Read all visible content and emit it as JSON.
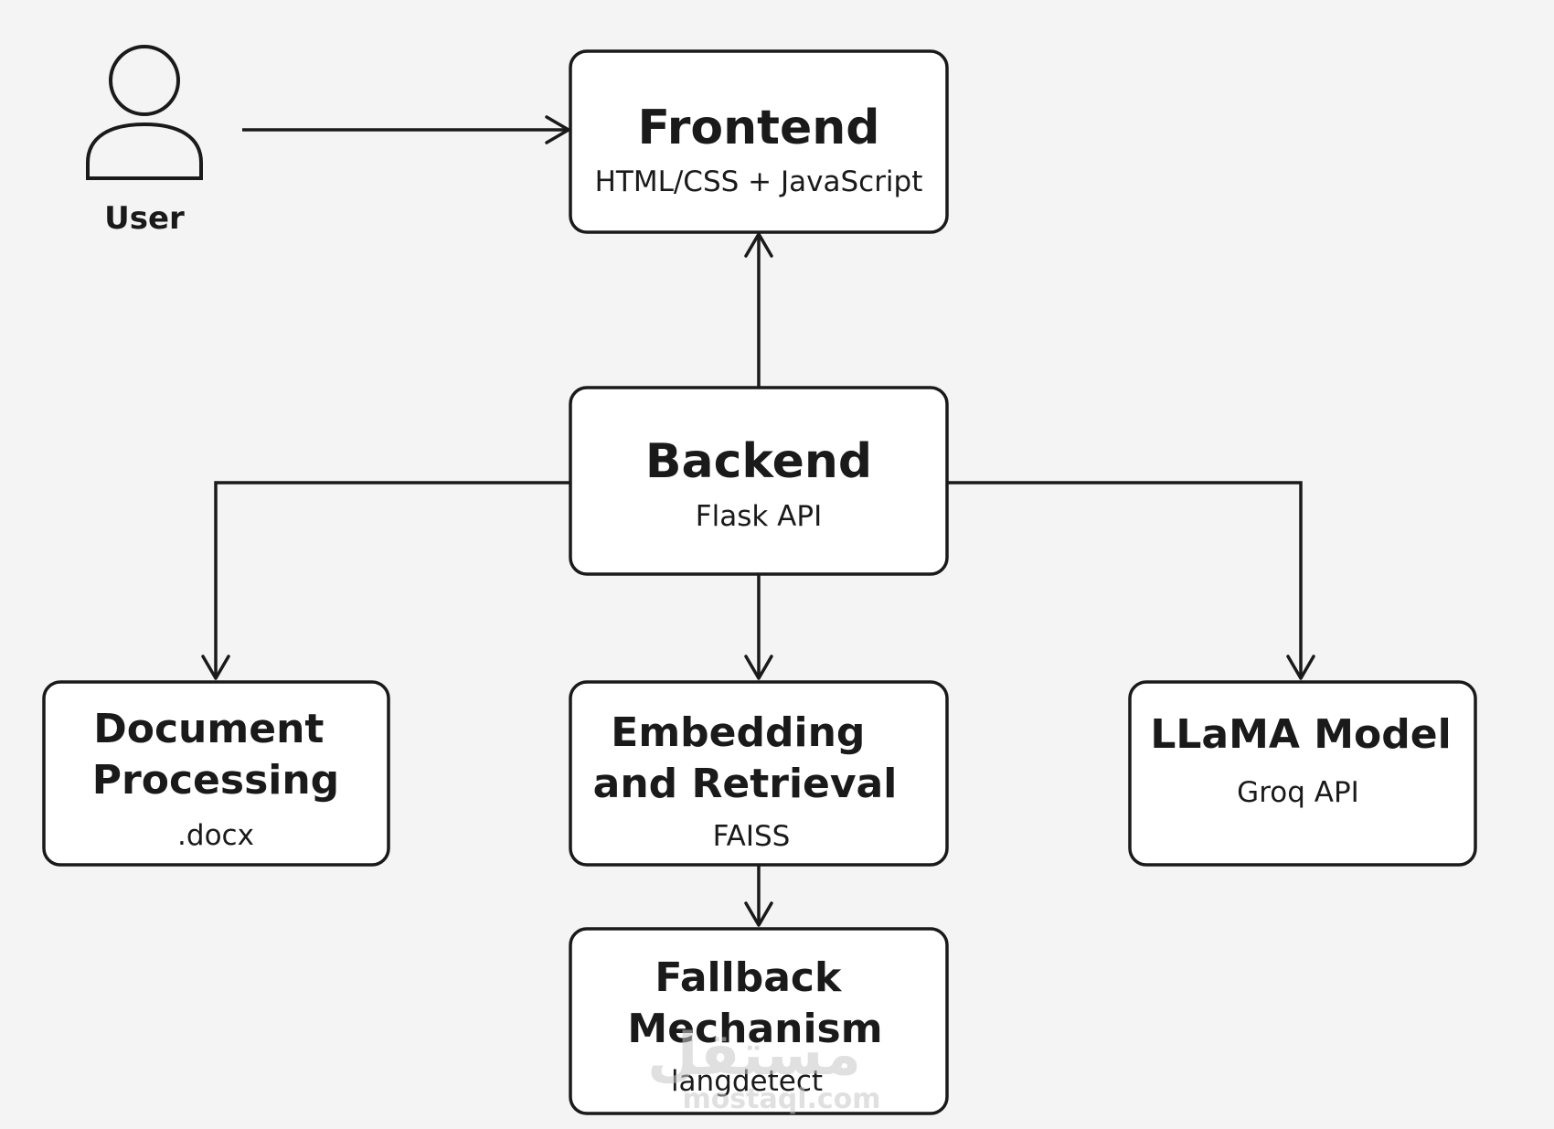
{
  "actor": {
    "label": "User",
    "icon": "user-icon"
  },
  "nodes": {
    "frontend": {
      "title": [
        "Frontend"
      ],
      "subtitle": "HTML/CSS + JavaScript"
    },
    "backend": {
      "title": [
        "Backend"
      ],
      "subtitle": "Flask API"
    },
    "document": {
      "title": [
        "Document",
        "Processing"
      ],
      "subtitle": ".docx"
    },
    "embedding": {
      "title": [
        "Embedding",
        "and Retrieval"
      ],
      "subtitle": "FAISS"
    },
    "llama": {
      "title": [
        "LLaMA Model"
      ],
      "subtitle": "Groq API"
    },
    "fallback": {
      "title": [
        "Fallback",
        "Mechanism"
      ],
      "subtitle": "langdetect"
    }
  },
  "edges": [
    {
      "from": "user",
      "to": "frontend"
    },
    {
      "from": "backend",
      "to": "frontend"
    },
    {
      "from": "backend",
      "to": "document"
    },
    {
      "from": "backend",
      "to": "embedding"
    },
    {
      "from": "backend",
      "to": "llama"
    },
    {
      "from": "embedding",
      "to": "fallback"
    }
  ],
  "watermark": {
    "arabic": "مستقل",
    "latin": "mostaql.com"
  },
  "colors": {
    "background": "#f4f4f4",
    "box_fill": "#ffffff",
    "stroke": "#1a1a1a",
    "watermark": "#c8c8c8"
  }
}
